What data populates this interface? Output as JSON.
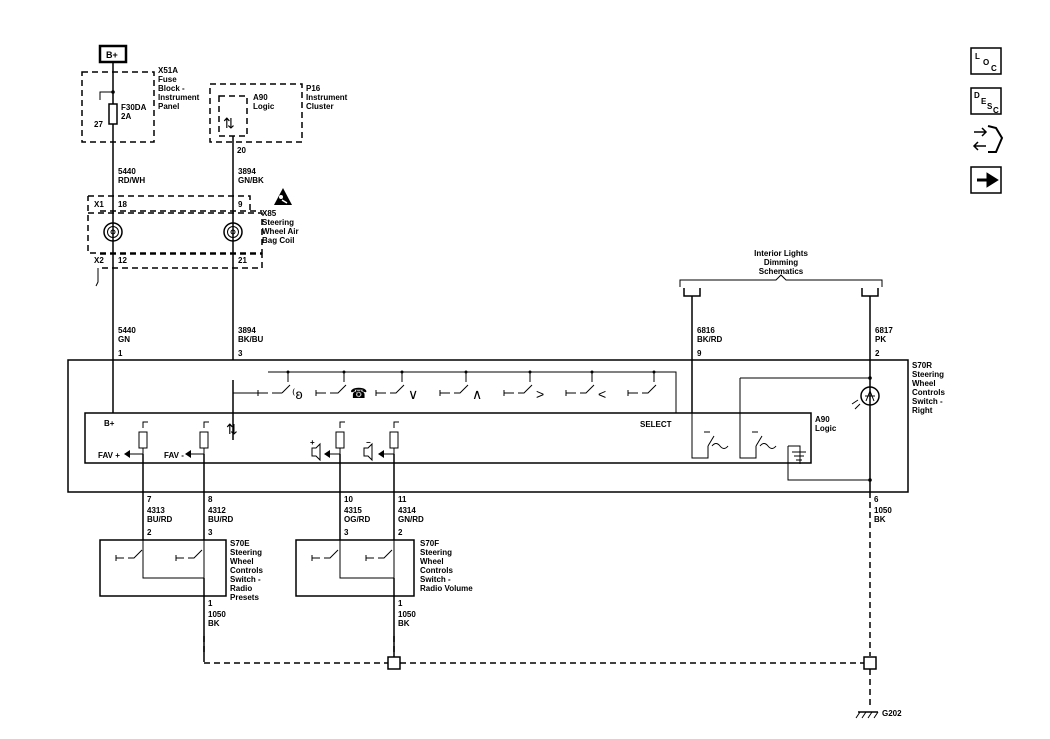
{
  "power": {
    "bplus_label": "B+"
  },
  "fuse_block": {
    "ref": "X51A",
    "name_lines": [
      "Fuse",
      "Block -",
      "Instrument",
      "Panel"
    ],
    "fuse_name": "F30DA",
    "fuse_rating": "2A",
    "pin": "27"
  },
  "cluster": {
    "ref": "P16",
    "name_lines": [
      "Instrument",
      "Cluster"
    ],
    "module": "A90",
    "module_name": "Logic",
    "pin": "20"
  },
  "wires": {
    "w5440_top": {
      "circuit": "5440",
      "color": "RD/WH"
    },
    "w3894_top": {
      "circuit": "3894",
      "color": "GN/BK"
    },
    "w5440_bot": {
      "circuit": "5440",
      "color": "GN"
    },
    "w3894_bot": {
      "circuit": "3894",
      "color": "BK/BU"
    },
    "w6816": {
      "circuit": "6816",
      "color": "BK/RD"
    },
    "w6817": {
      "circuit": "6817",
      "color": "PK"
    },
    "w4313": {
      "circuit": "4313",
      "color": "BU/RD"
    },
    "w4312": {
      "circuit": "4312",
      "color": "BU/RD"
    },
    "w4315": {
      "circuit": "4315",
      "color": "OG/RD"
    },
    "w4314": {
      "circuit": "4314",
      "color": "GN/RD"
    },
    "w1050_right": {
      "circuit": "1050",
      "color": "BK"
    },
    "w1050_e": {
      "circuit": "1050",
      "color": "BK"
    },
    "w1050_f": {
      "circuit": "1050",
      "color": "BK"
    }
  },
  "coil": {
    "ref": "X85",
    "name_lines": [
      "Steering",
      "Wheel Air",
      "Bag Coil"
    ],
    "x1": "X1",
    "x2": "X2",
    "pin_a_top": "18",
    "pin_b_top": "9",
    "pin_a_bot": "12",
    "pin_b_bot": "21"
  },
  "interior_lights": {
    "lines": [
      "Interior Lights",
      "Dimming",
      "Schematics"
    ]
  },
  "s70r": {
    "ref": "S70R",
    "name_lines": [
      "Steering",
      "Wheel",
      "Controls",
      "Switch -",
      "Right"
    ],
    "module": "A90",
    "module_name": "Logic",
    "pin_1": "1",
    "pin_3": "3",
    "pin_9": "9",
    "pin_2": "2",
    "pin_7": "7",
    "pin_8": "8",
    "pin_10": "10",
    "pin_11": "11",
    "pin_6": "6",
    "bplus": "B+",
    "fav_plus": "FAV +",
    "fav_minus": "FAV -",
    "select": "SELECT",
    "vol_plus": "+",
    "vol_minus": "−"
  },
  "s70e": {
    "ref": "S70E",
    "name_lines": [
      "Steering",
      "Wheel",
      "Controls",
      "Switch -",
      "Radio",
      "Presets"
    ],
    "pin_2": "2",
    "pin_3": "3",
    "pin_1": "1"
  },
  "s70f": {
    "ref": "S70F",
    "name_lines": [
      "Steering",
      "Wheel",
      "Controls",
      "Switch -",
      "Radio Volume"
    ],
    "pin_3": "3",
    "pin_2": "2",
    "pin_1": "1"
  },
  "ground": {
    "ref": "G202"
  },
  "side_buttons": {
    "loc_label": "LOC",
    "desc_label": "DESC",
    "connector_icon": "connector-icon",
    "next_icon": "arrow-right-icon"
  }
}
